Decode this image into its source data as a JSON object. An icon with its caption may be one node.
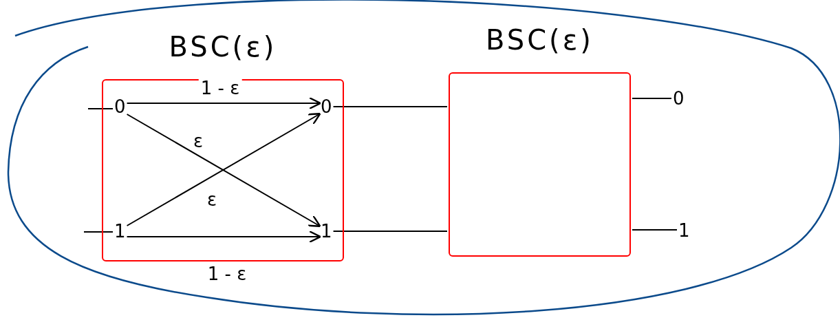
{
  "diagram": {
    "nodes": [
      {
        "text": [
          "BSC(ε)"
        ]
      },
      {
        "text": [
          "BSC(ε)"
        ]
      },
      {
        "text": [
          "0"
        ],
        "in": 0
      },
      {
        "text": [
          "1"
        ],
        "in": 0
      },
      {
        "text": [
          "0"
        ],
        "in": 0
      },
      {
        "text": [
          "1"
        ],
        "in": 0
      },
      {
        "text": [
          "0"
        ]
      },
      {
        "text": [
          "1"
        ]
      }
    ],
    "edges": [
      {
        "from": null,
        "to": 2,
        "arrow": "none"
      },
      {
        "from": null,
        "to": 3,
        "arrow": "none"
      },
      {
        "from": 2,
        "to": 4,
        "arrow": "to",
        "label": "1 - ε"
      },
      {
        "from": 2,
        "to": 5,
        "arrow": "to",
        "label": "ε"
      },
      {
        "from": 3,
        "to": 4,
        "arrow": "to",
        "label": "ε"
      },
      {
        "from": 3,
        "to": 5,
        "arrow": "to",
        "label": "1 - ε"
      },
      {
        "from": 4,
        "to": 1,
        "arrow": "none"
      },
      {
        "from": 5,
        "to": 1,
        "arrow": "none"
      },
      {
        "from": 1,
        "to": 6,
        "arrow": "none"
      },
      {
        "from": 1,
        "to": 7,
        "arrow": "none"
      }
    ]
  }
}
